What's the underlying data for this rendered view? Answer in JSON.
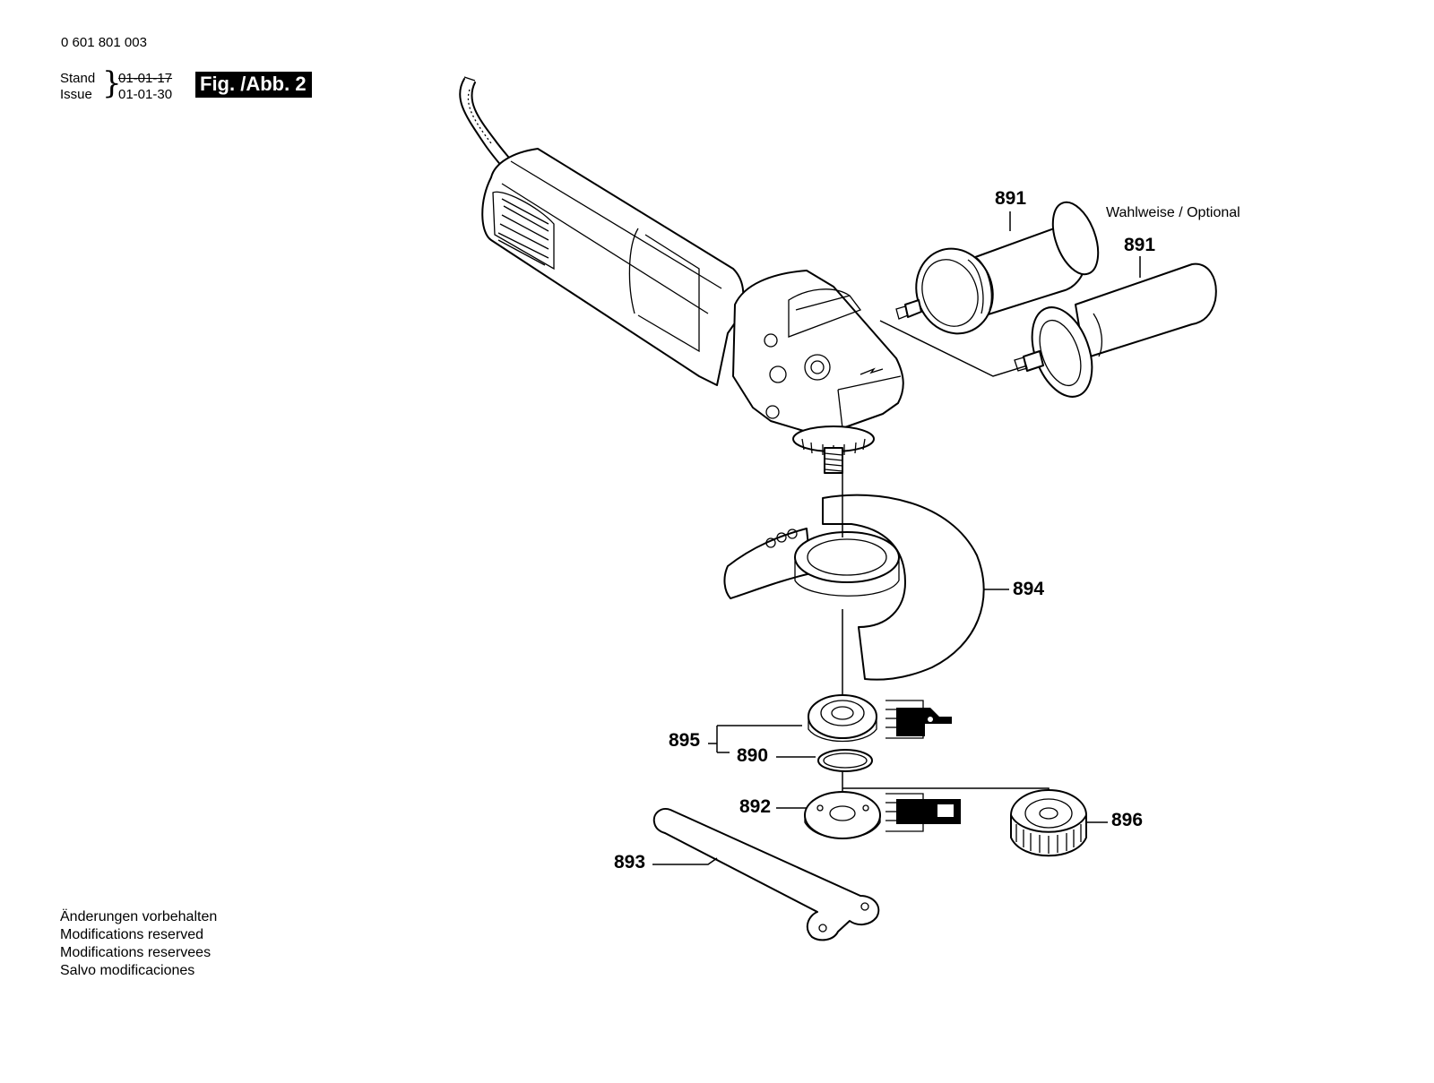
{
  "header": {
    "part_number": "0 601 801 003",
    "stand_label": "Stand",
    "issue_label": "Issue",
    "stand_date": "01-01-17",
    "issue_date": "01-01-30",
    "figure_label": "Fig. /Abb. 2"
  },
  "optional_note": "Wahlweise / Optional",
  "callouts": {
    "handle_a": "891",
    "handle_b": "891",
    "guard": "894",
    "flange_set": "895",
    "o_ring": "890",
    "flange": "892",
    "wrench": "893",
    "quick_nut": "896"
  },
  "footer": {
    "de": "Änderungen vorbehalten",
    "en": "Modifications reserved",
    "fr": "Modifications reservees",
    "es": "Salvo modificaciones"
  }
}
